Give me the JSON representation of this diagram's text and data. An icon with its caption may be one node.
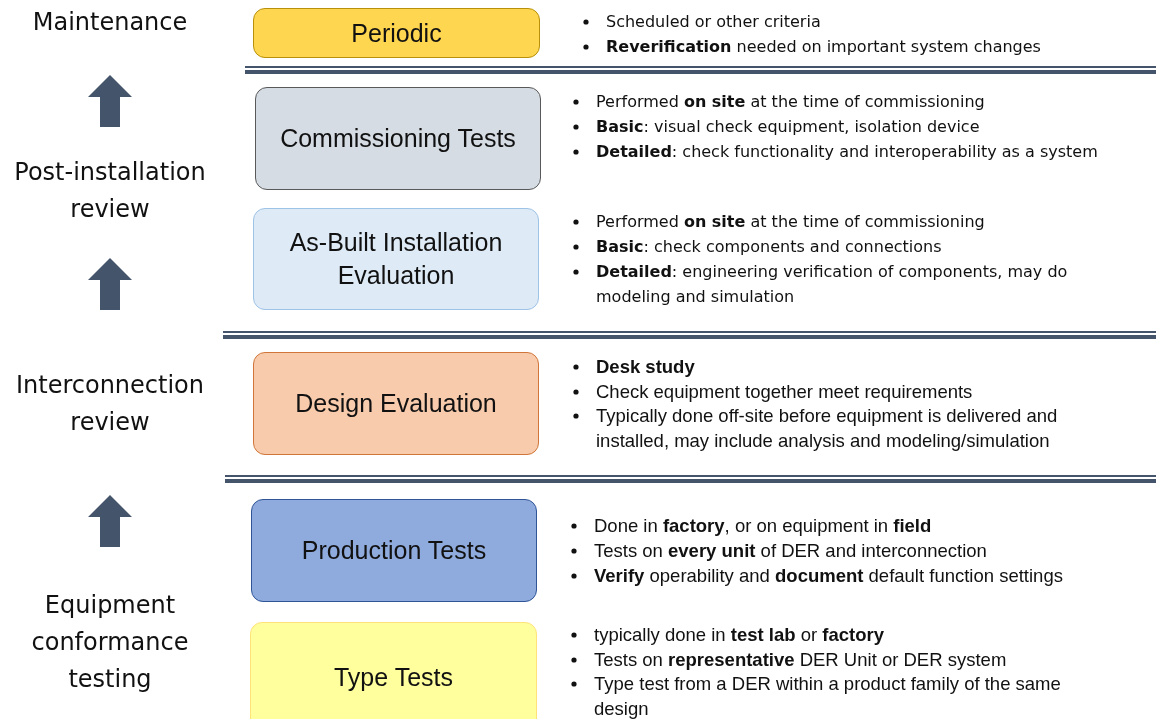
{
  "diagram": {
    "nodes": [
      {
        "text": [
          "Periodic"
        ],
        "beside": [
          "Scheduled or other criteria",
          "**Reverification** needed on important system changes"
        ]
      },
      {
        "text": [
          "Commissioning Tests"
        ],
        "beside": [
          "Performed **on site** at the time of commissioning",
          "**Basic**: visual check equipment, isolation device",
          "**Detailed**: check functionality and interoperability as a system"
        ]
      },
      {
        "text": [
          "As-Built Installation Evaluation"
        ],
        "beside": [
          "Performed **on site** at the time of commissioning",
          "**Basic**: check components and connections",
          "**Detailed**: engineering verification of components, may do modeling and simulation"
        ]
      },
      {
        "text": [
          "Design Evaluation"
        ],
        "beside": [
          "**Desk study**",
          "Check equipment together meet requirements",
          "Typically done off-site before equipment is delivered and installed, may include analysis and modeling/simulation"
        ]
      },
      {
        "text": [
          "Production Tests"
        ],
        "beside": [
          "Done in **factory**, or on equipment in **field**",
          "Tests on **every unit** of DER and interconnection",
          "**Verify** operability and **document** default function settings"
        ]
      },
      {
        "text": [
          "Type Tests"
        ],
        "beside": [
          "typically done in **test lab** or **factory**",
          "Tests on **representative** DER Unit or DER system",
          "Type test from a DER within a product family of the same design"
        ]
      }
    ],
    "edges": [],
    "labels": [
      "Maintenance",
      "Post-installation review",
      "Interconnection review",
      "Equipment conformance testing"
    ]
  }
}
